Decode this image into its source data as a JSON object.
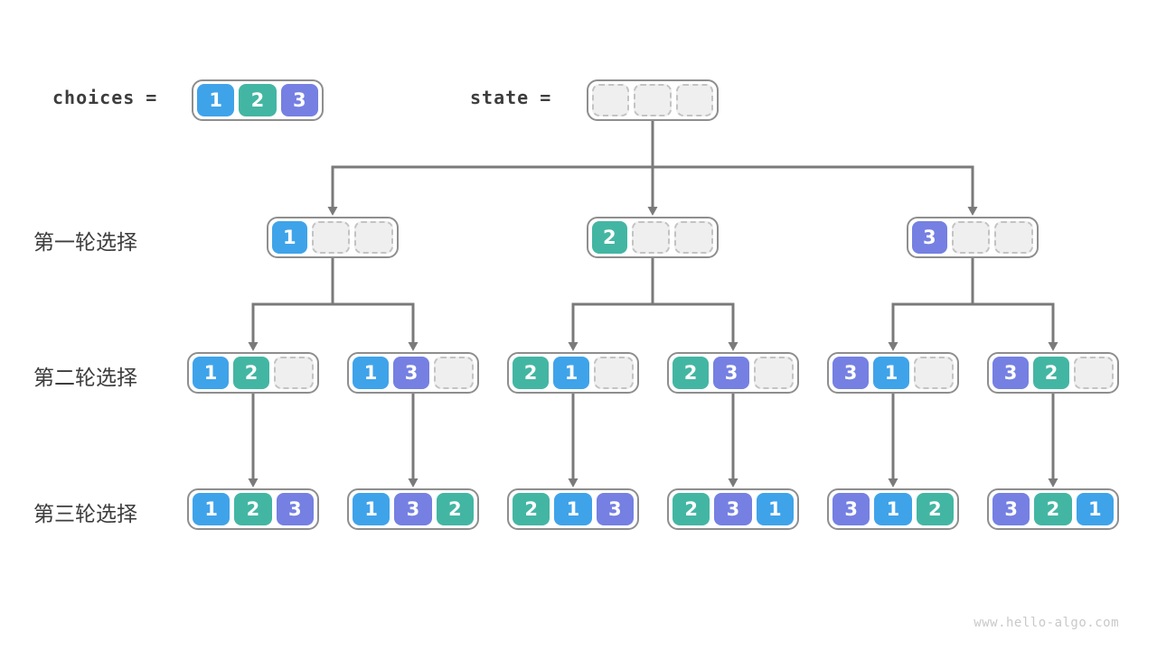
{
  "labels": {
    "choices": "choices",
    "state": "state",
    "equals": "=",
    "round1": "第一轮选择",
    "round2": "第二轮选择",
    "round3": "第三轮选择"
  },
  "colors": {
    "value1": "#3fa3ea",
    "value2": "#43b6a3",
    "value3": "#7580e2",
    "empty_fill": "#efefef",
    "empty_border": "#c3c3c3",
    "node_border": "#8e8e8e",
    "arrow": "#7a7a7a",
    "label_text": "#3d3d3d",
    "watermark_text": "#c9c9c9"
  },
  "header": {
    "choices_cells": [
      1,
      2,
      3
    ],
    "state_cells": [
      null,
      null,
      null
    ]
  },
  "tree": {
    "rows": [
      {
        "label_key": "round1",
        "nodes": [
          [
            1,
            null,
            null
          ],
          [
            2,
            null,
            null
          ],
          [
            3,
            null,
            null
          ]
        ]
      },
      {
        "label_key": "round2",
        "nodes": [
          [
            1,
            2,
            null
          ],
          [
            1,
            3,
            null
          ],
          [
            2,
            1,
            null
          ],
          [
            2,
            3,
            null
          ],
          [
            3,
            1,
            null
          ],
          [
            3,
            2,
            null
          ]
        ]
      },
      {
        "label_key": "round3",
        "nodes": [
          [
            1,
            2,
            3
          ],
          [
            1,
            3,
            2
          ],
          [
            2,
            1,
            3
          ],
          [
            2,
            3,
            1
          ],
          [
            3,
            1,
            2
          ],
          [
            3,
            2,
            1
          ]
        ]
      }
    ]
  },
  "footer": {
    "watermark": "www.hello-algo.com"
  }
}
